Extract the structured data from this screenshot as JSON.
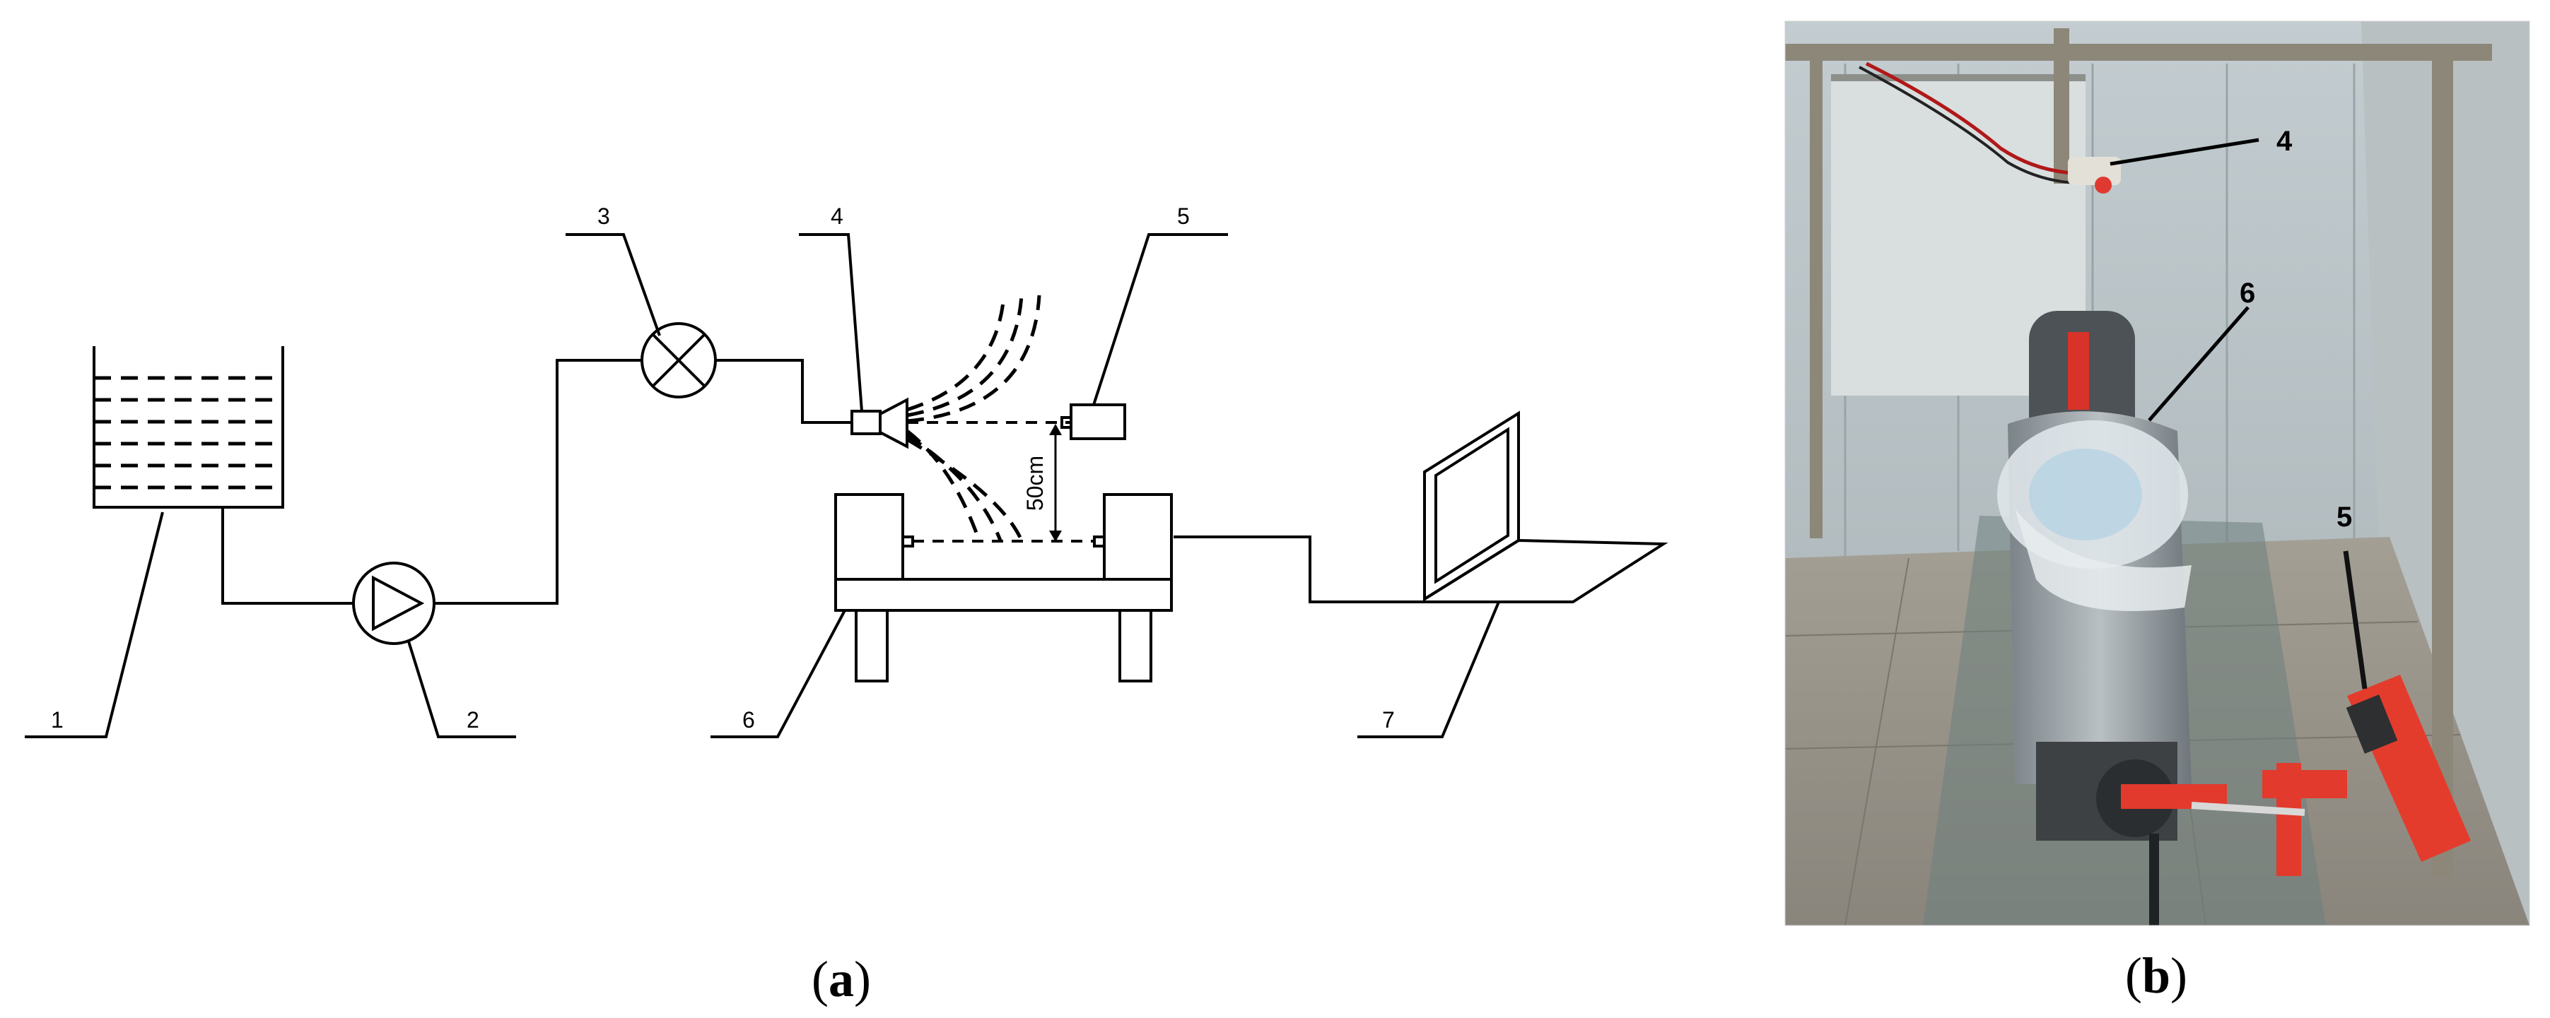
{
  "diagram": {
    "labels": {
      "tank": "1",
      "pump": "2",
      "valve": "3",
      "nozzle": "4",
      "sensor": "5",
      "bench": "6",
      "computer": "7"
    },
    "distance_label": "50cm"
  },
  "photo": {
    "labels": {
      "nozzle": "4",
      "instrument": "6",
      "sensor": "5"
    }
  },
  "captions": {
    "a_open": "(",
    "a_letter": "a",
    "a_close": ")",
    "b_open": "(",
    "b_letter": "b",
    "b_close": ")"
  }
}
